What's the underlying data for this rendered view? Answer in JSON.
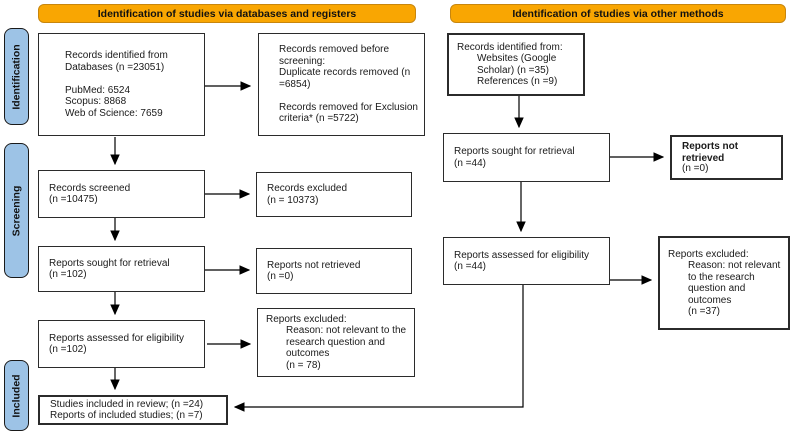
{
  "colors": {
    "header_bg": "#F9A602",
    "header_border": "#C8860D",
    "sidebar_bg": "#9DC3E6",
    "box_border": "#2b2b2b"
  },
  "headers": {
    "databases": "Identification of studies via databases and registers",
    "other": "Identification of studies via other methods"
  },
  "sidebar": {
    "identification": "Identification",
    "screening": "Screening",
    "included": "Included"
  },
  "left": {
    "identified": {
      "lines": [
        "Records identified from",
        "Databases (n =23051)",
        "",
        "PubMed: 6524",
        "Scopus: 8868",
        "Web of Science: 7659"
      ]
    },
    "removed": {
      "lines": [
        "Records removed before screening:",
        "Duplicate records removed (n =6854)",
        "",
        "Records removed for Exclusion criteria* (n =5722)"
      ]
    },
    "screened": {
      "lines": [
        "Records screened",
        "(n =10475)"
      ]
    },
    "screened_excluded": {
      "lines": [
        "Records excluded",
        "(n = 10373)"
      ]
    },
    "sought": {
      "lines": [
        "Reports sought for retrieval",
        "(n =102)"
      ]
    },
    "not_retrieved": {
      "lines": [
        "Reports not retrieved",
        "(n =0)"
      ]
    },
    "assessed": {
      "lines": [
        "Reports assessed for eligibility",
        "(n =102)"
      ]
    },
    "assessed_excluded": {
      "title": "Reports excluded:",
      "reason": "Reason: not relevant to the research question and outcomes",
      "count": "(n = 78)"
    },
    "included": {
      "lines": [
        "Studies included in review; (n =24)",
        "Reports of included studies; (n =7)"
      ]
    }
  },
  "right": {
    "identified": {
      "title": "Records identified from:",
      "items": [
        "Websites (Google Scholar) (n =35)",
        "References (n =9)"
      ]
    },
    "sought": {
      "lines": [
        "Reports sought for retrieval",
        "(n =44)"
      ]
    },
    "not_retrieved": {
      "title": "Reports not retrieved",
      "count": "(n =0)"
    },
    "assessed": {
      "lines": [
        "Reports assessed for eligibility",
        "(n =44)"
      ]
    },
    "excluded": {
      "title": "Reports excluded:",
      "reason": "Reason: not relevant to the research question and outcomes",
      "count": "(n =37)"
    }
  }
}
